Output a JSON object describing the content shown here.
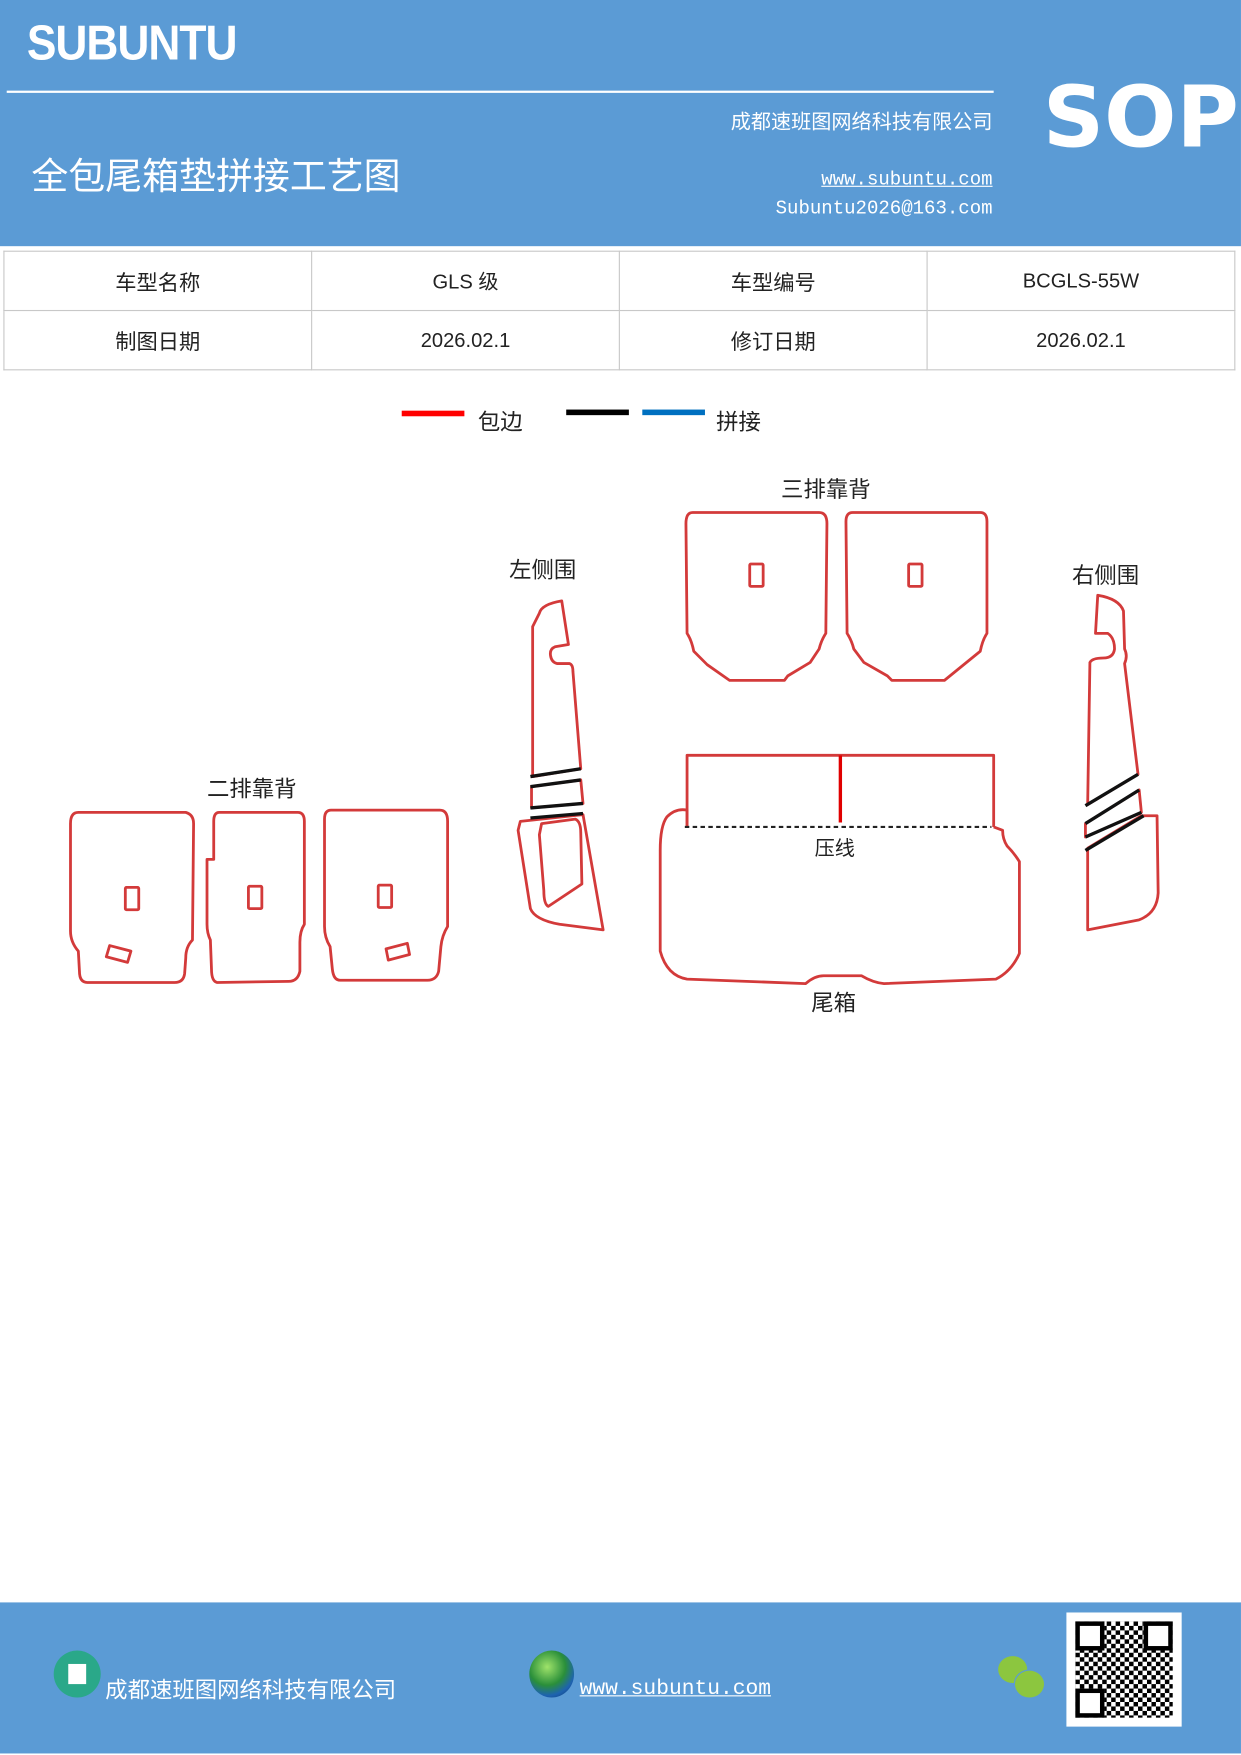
{
  "header": {
    "logo": "SUBUNTU",
    "badge": "SOP",
    "company": "成都速班图网络科技有限公司",
    "title": "全包尾箱垫拼接工艺图",
    "website": "www.subuntu.com",
    "email": "Subuntu2026@163.com",
    "color": "#5b9bd5"
  },
  "info_table": {
    "rows": [
      [
        "车型名称",
        "GLS 级",
        "车型编号",
        "BCGLS-55W"
      ],
      [
        "制图日期",
        "2026.02.1",
        "修订日期",
        "2026.02.1"
      ]
    ]
  },
  "legend": {
    "items": [
      {
        "label": "包边",
        "color": "#ff0000"
      },
      {
        "label": "",
        "color": "#000000"
      },
      {
        "label": "拼接",
        "color": "#0070c0"
      }
    ]
  },
  "diagram": {
    "labels": {
      "second_row": "二排靠背",
      "left_side": "左侧围",
      "third_row": "三排靠背",
      "right_side": "右侧围",
      "crease": "压线",
      "trunk": "尾箱"
    },
    "outline_color": "#d33a3a"
  },
  "footer": {
    "company": "成都速班图网络科技有限公司",
    "website": "www.subuntu.com",
    "icons": [
      "building-icon",
      "globe-icon",
      "wechat-icon",
      "qr-code"
    ]
  }
}
